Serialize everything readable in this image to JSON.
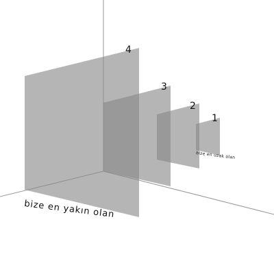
{
  "layers": [
    {
      "number": "1"
    },
    {
      "number": "2"
    },
    {
      "number": "3"
    },
    {
      "number": "4"
    }
  ],
  "captions": {
    "nearest": "bize en yakın olan",
    "farthest": "bize en uzak olan"
  },
  "colors": {
    "layer_fill": "#888888",
    "axis_line": "#9a9a9a",
    "text": "#111111",
    "background": "#ffffff"
  }
}
